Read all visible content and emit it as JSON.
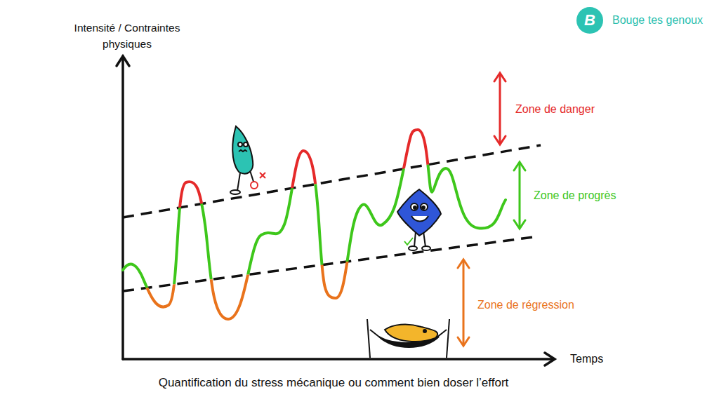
{
  "diagram": {
    "caption": "Quantification du stress mécanique ou comment bien doser l’effort",
    "labels": [
      "B",
      "Bouge tes genoux",
      "Intensité / Contraintes physiques",
      "Zone de danger",
      "Zone de progrès",
      "Zone de régression",
      "Temps"
    ]
  }
}
